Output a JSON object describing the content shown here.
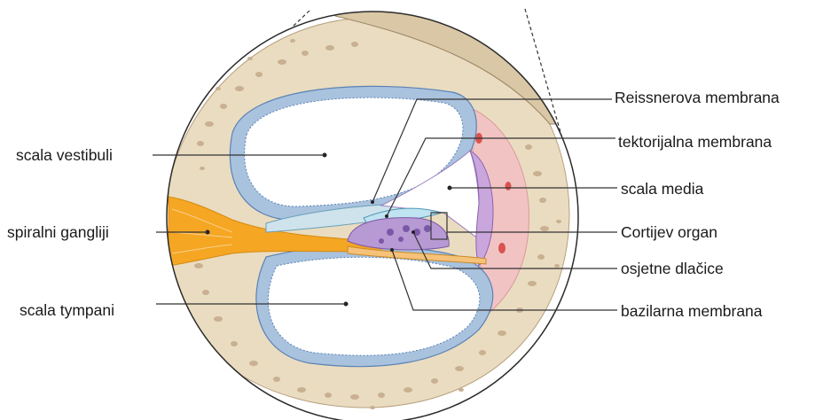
{
  "labels": {
    "scala_vestibuli": "scala vestibuli",
    "spiralni_gangliji": "spiralni gangliji",
    "scala_tympani": "scala tympani",
    "reissnerova_membrana": "Reissnerova membrana",
    "tektorijalna_membrana": "tektorijalna membrana",
    "scala_media": "scala media",
    "cortijev_organ": "Cortijev organ",
    "osjetne_dlacice": "osjetne dlačice",
    "bazilarna_membrana": "bazilarna membrana"
  },
  "colors": {
    "bone": "#eadcc0",
    "bone_spots": "#c8b091",
    "outline": "#2b2b2b",
    "membrane_blue": "#a9c2de",
    "membrane_dots": "#5a82b4",
    "spiral_ligament": "#f2c3c3",
    "ganglion": "#f5a623",
    "tectorial": "#cfe3ec",
    "organ_purple": "#b79ad3",
    "hair_cells": "#7b57a8",
    "leader_lines": "#333333"
  }
}
